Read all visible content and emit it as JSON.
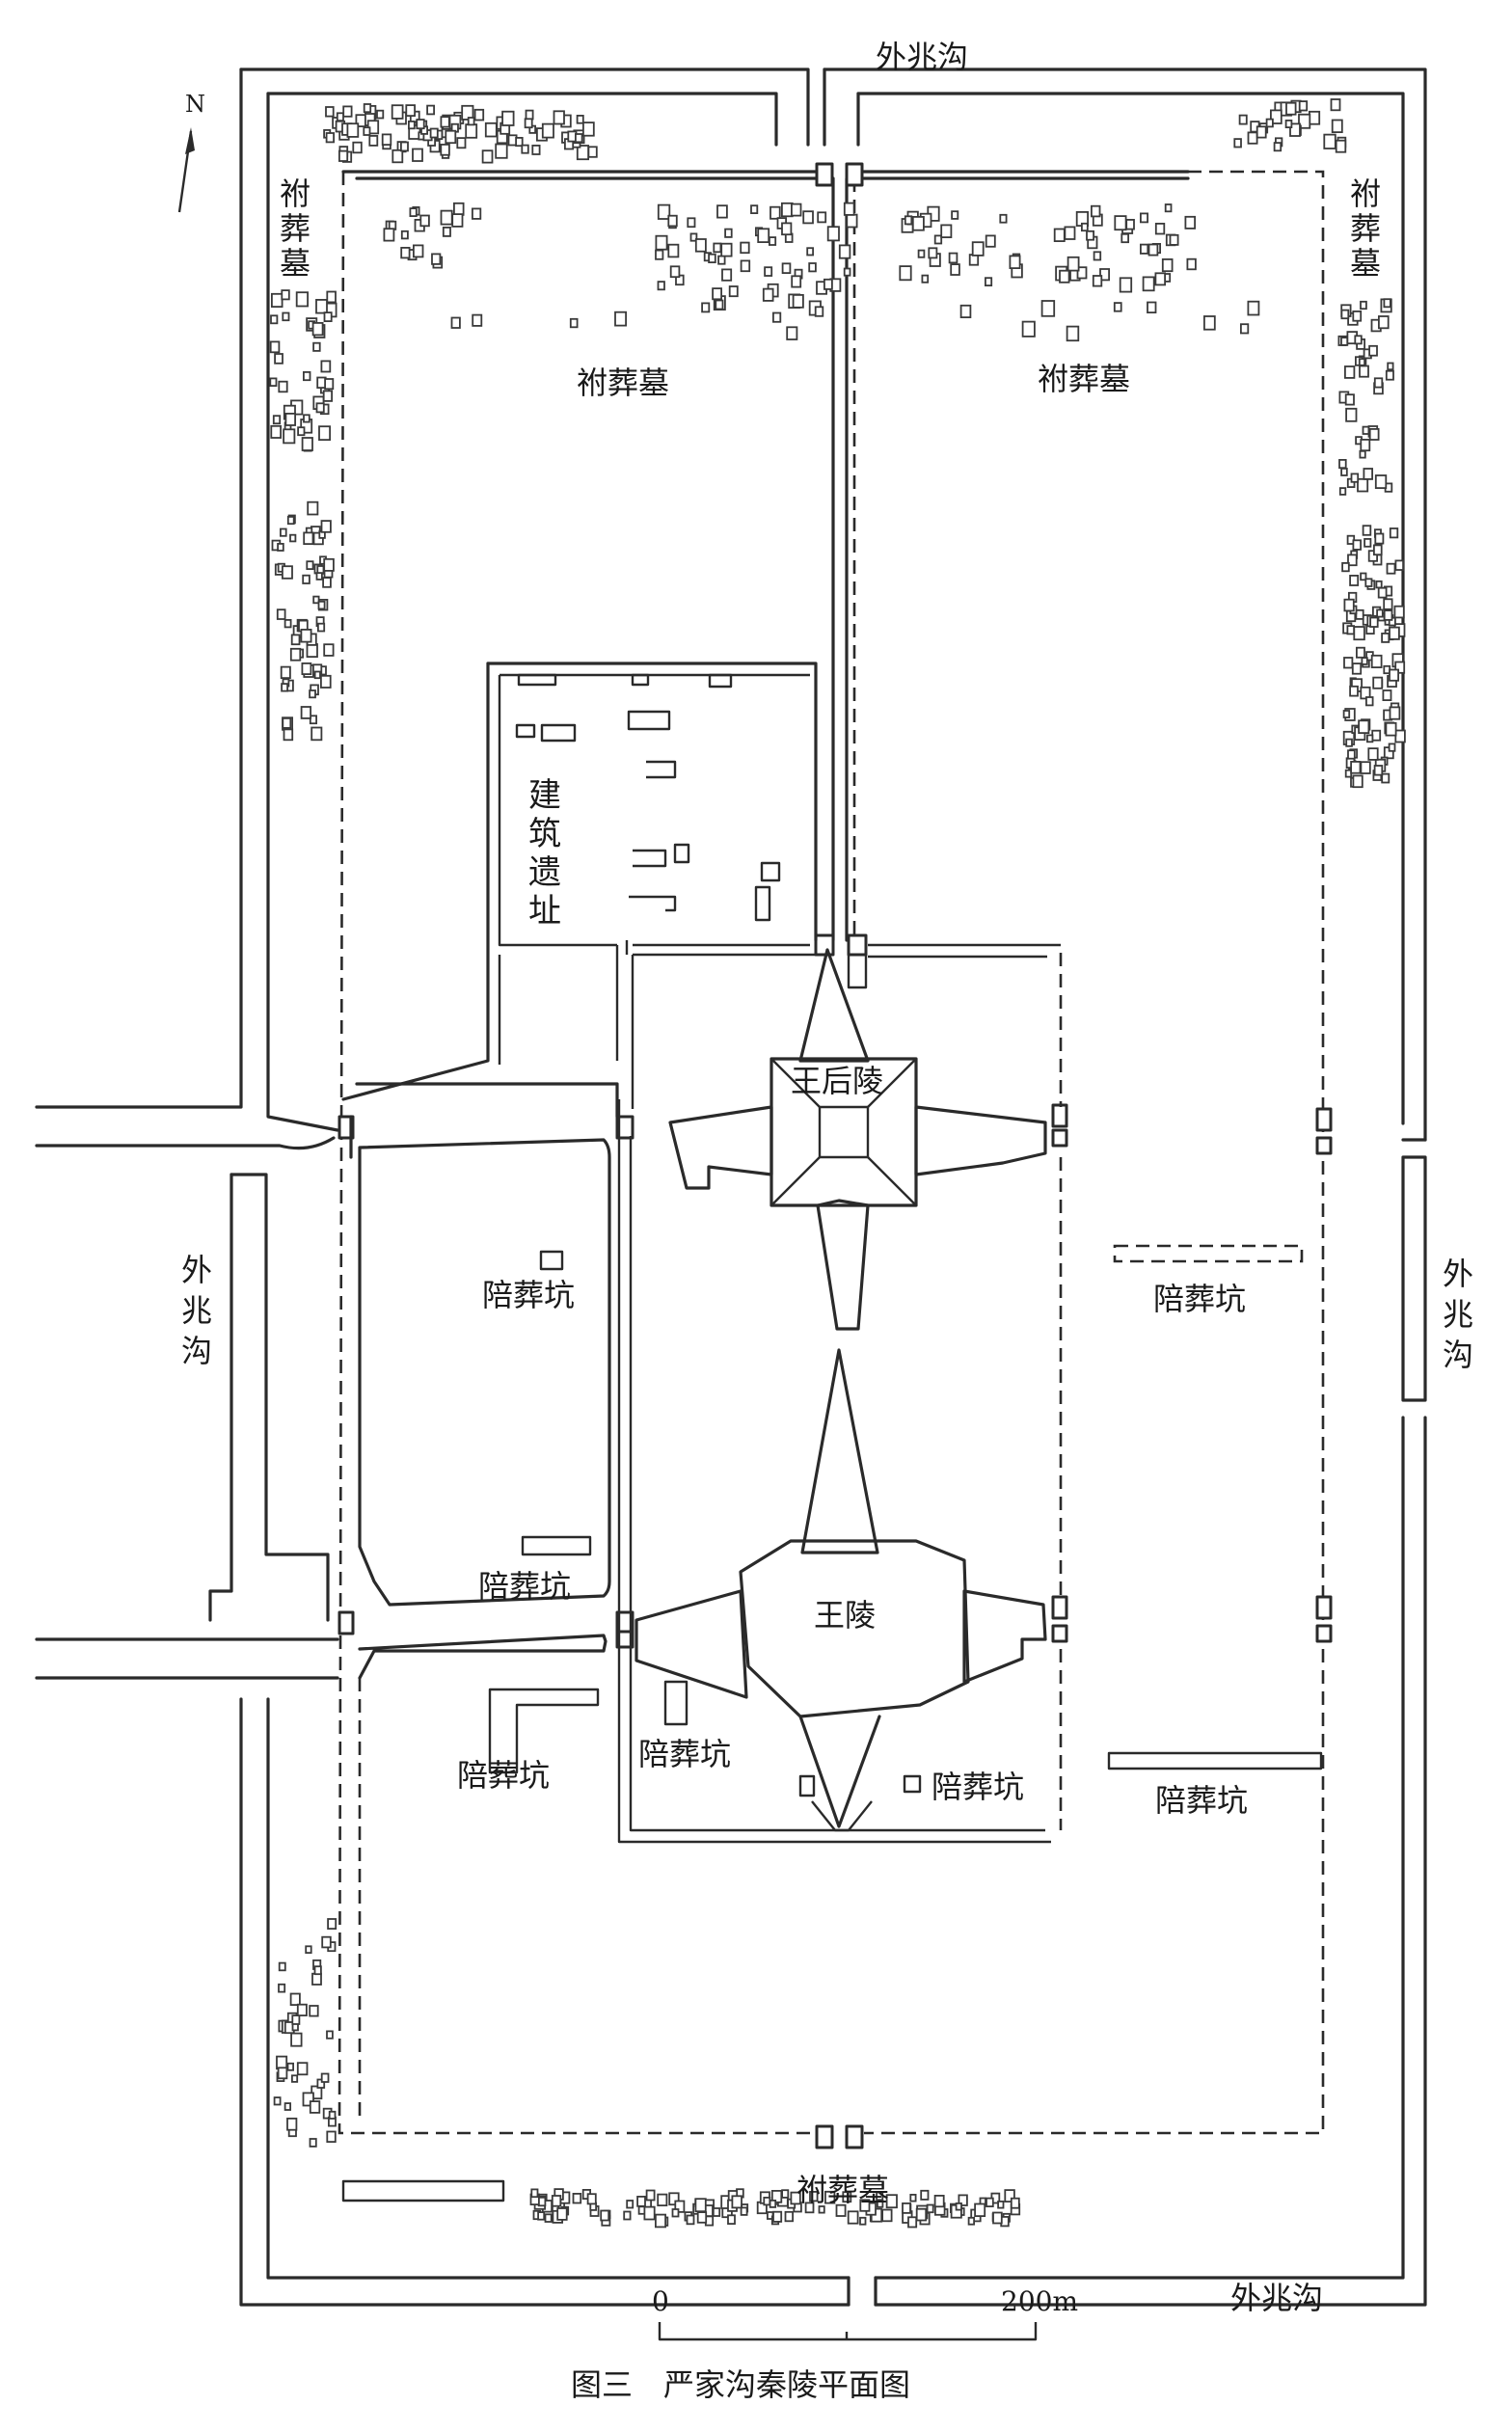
{
  "figure": {
    "caption": "图三　严家沟秦陵平面图",
    "north_label": "N"
  },
  "labels": {
    "ditch_top": "外兆沟",
    "ditch_left": "外兆沟",
    "ditch_right": "外兆沟",
    "ditch_bottom": "外兆沟",
    "burial_left_outer": "祔葬墓",
    "burial_right_outer": "祔葬墓",
    "burial_inner_left": "祔葬墓",
    "burial_inner_right": "祔葬墓",
    "burial_bottom": "祔葬墓",
    "building_site": "建筑遗址",
    "queen_tomb": "王后陵",
    "king_tomb": "王陵",
    "pit_1": "陪葬坑",
    "pit_2": "陪葬坑",
    "pit_3": "陪葬坑",
    "pit_4": "陪葬坑",
    "pit_5": "陪葬坑",
    "pit_6": "陪葬坑",
    "pit_7": "陪葬坑"
  },
  "scale": {
    "start": "0",
    "end": "200m"
  },
  "colors": {
    "ink": "#2a2a2a",
    "paper": "#ffffff"
  }
}
